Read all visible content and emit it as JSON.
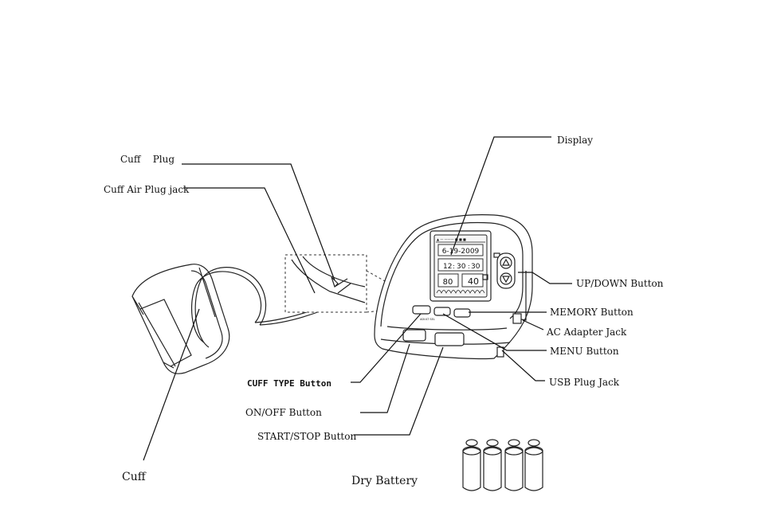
{
  "labels": {
    "cuff_plug": "Cuff    Plug",
    "cuff_air_plug_jack": "Cuff Air Plug jack",
    "display": "Display",
    "up_down_button": "UP/DOWN Button",
    "memory_button": "MEMORY Button",
    "ac_adapter_jack": "AC Adapter Jack",
    "menu_button": "MENU Button",
    "usb_plug_jack": "USB Plug Jack",
    "cuff_type_button": "CUFF TYPE Button",
    "on_off_button": "ON/OFF Button",
    "start_stop_button": "START/STOP Button",
    "cuff": "Cuff",
    "dry_battery": "Dry Battery"
  },
  "screen": {
    "date": "6-19-2009",
    "hour": "12",
    "minute": "30",
    "second": "30",
    "reading_left": "80",
    "reading_right": "40"
  }
}
